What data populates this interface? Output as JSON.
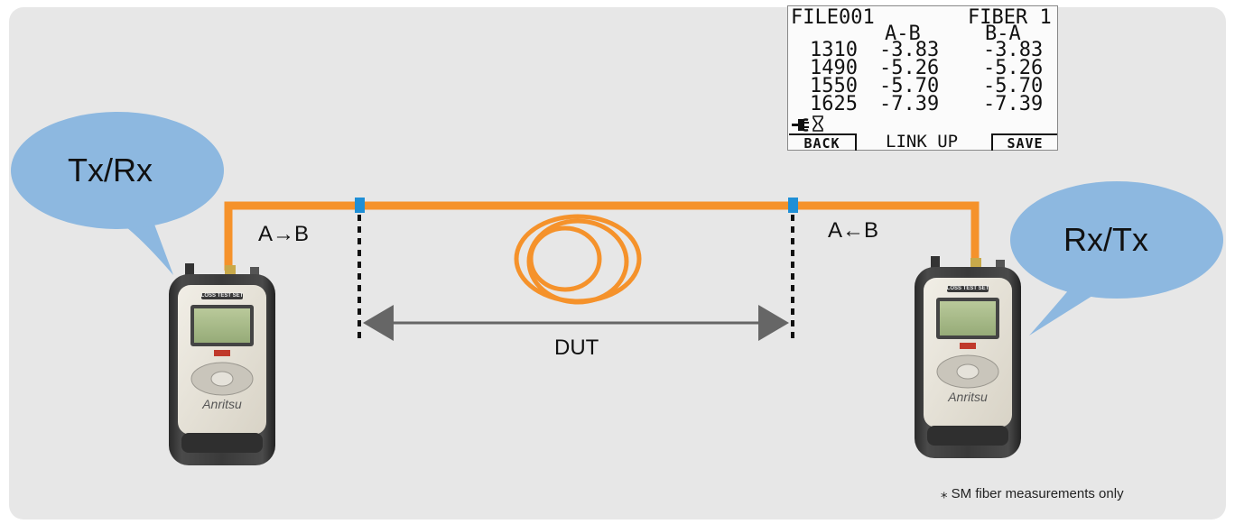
{
  "bubbles": {
    "left": "Tx/Rx",
    "right": "Rx/Tx"
  },
  "directions": {
    "left": "A→B",
    "right": "A←B"
  },
  "dut_label": "DUT",
  "footnote": "⁎ SM fiber measurements only",
  "device_brand": "Anritsu",
  "device_model_label": "LOSS TEST SET",
  "lcd": {
    "file": "FILE001",
    "fiber": "FIBER 1",
    "col_ab": "A-B",
    "col_ba": "B-A",
    "rows": [
      {
        "wavelength": "1310",
        "ab": "-3.83",
        "ba": "-3.83"
      },
      {
        "wavelength": "1490",
        "ab": "-5.26",
        "ba": "-5.26"
      },
      {
        "wavelength": "1550",
        "ab": "-5.70",
        "ba": "-5.70"
      },
      {
        "wavelength": "1625",
        "ab": "-7.39",
        "ba": "-7.39"
      }
    ],
    "back_label": "BACK",
    "status": "LINK UP",
    "save_label": "SAVE"
  },
  "colors": {
    "fiber": "#f5922b",
    "bubble": "#8db8e0",
    "connector": "#1f8fd6",
    "arrow": "#666666",
    "panel": "#e7e7e7"
  }
}
